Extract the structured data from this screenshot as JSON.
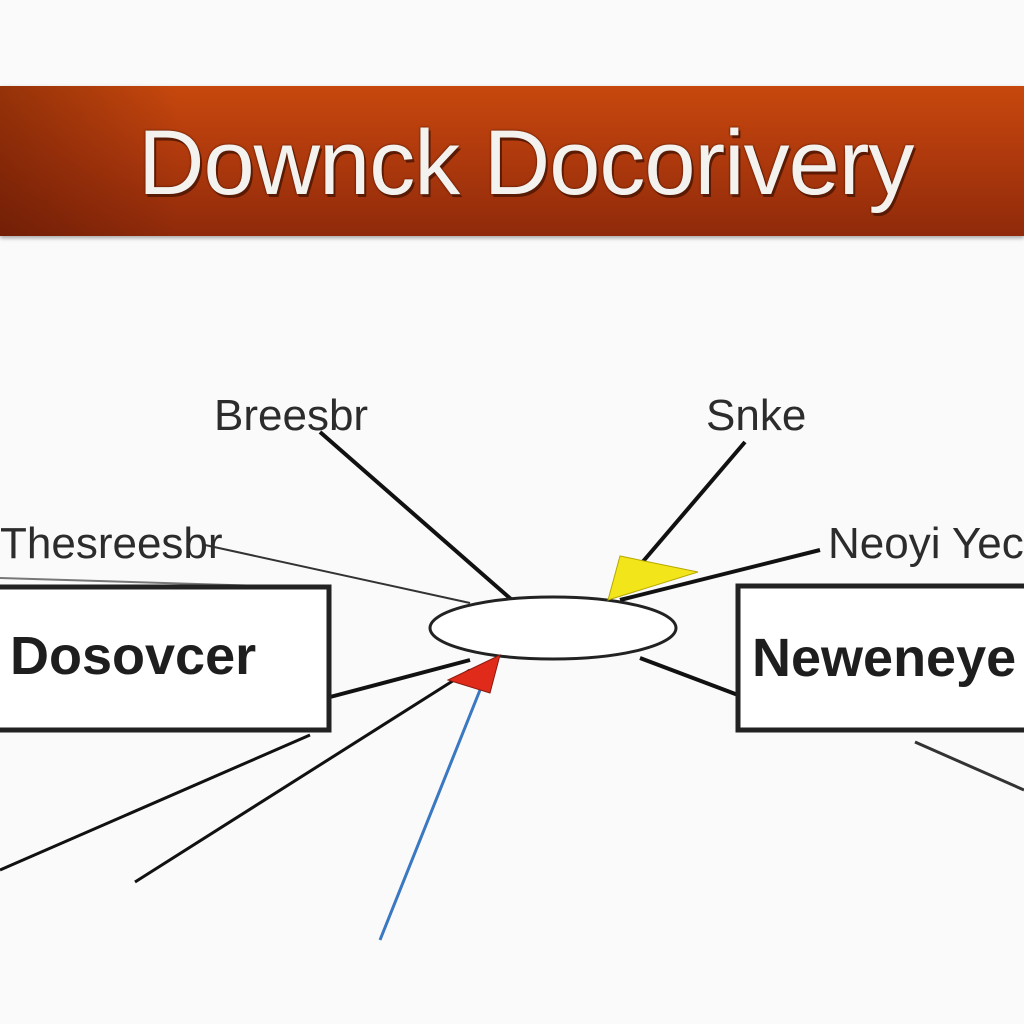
{
  "title": "Downck Docorivery",
  "labels": {
    "top_left": "Breesbr",
    "top_right": "Snke",
    "mid_left": "Thesreesbr",
    "mid_right": "Neoyi Yec"
  },
  "boxes": {
    "left": "Dosovcer",
    "right": "Neweneye"
  },
  "colors": {
    "banner": "#b03a0d",
    "arrow_red": "#e02b1a",
    "arrow_yellow": "#f2e51a",
    "line_blue": "#3a78c2"
  }
}
